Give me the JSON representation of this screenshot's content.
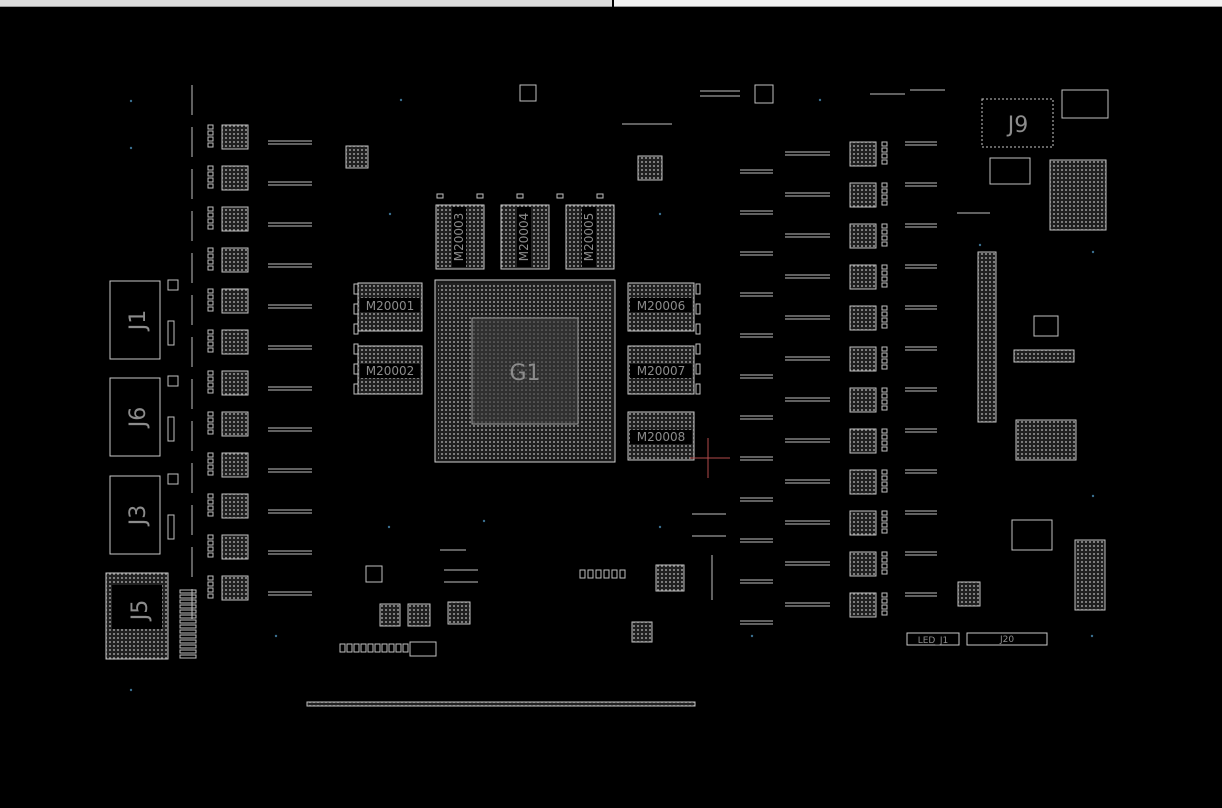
{
  "header": {
    "left_strip_text": "",
    "right_strip_text": ""
  },
  "colors": {
    "background": "#000000",
    "outline": "#bfbfbf",
    "label": "#8c8c8c",
    "via": "#3a6f8f",
    "cursor": "#b24a4a"
  },
  "board": {
    "gpu_label": "G1",
    "memory_labels": [
      "M20001",
      "M20002",
      "M20003",
      "M20004",
      "M20005",
      "M20006",
      "M20007",
      "M20008"
    ],
    "connectors": {
      "j1": "J1",
      "j6": "J6",
      "j3": "J3",
      "j5": "J5",
      "j9": "J9",
      "led_j1": "LED_J1",
      "j20": "J20"
    }
  }
}
